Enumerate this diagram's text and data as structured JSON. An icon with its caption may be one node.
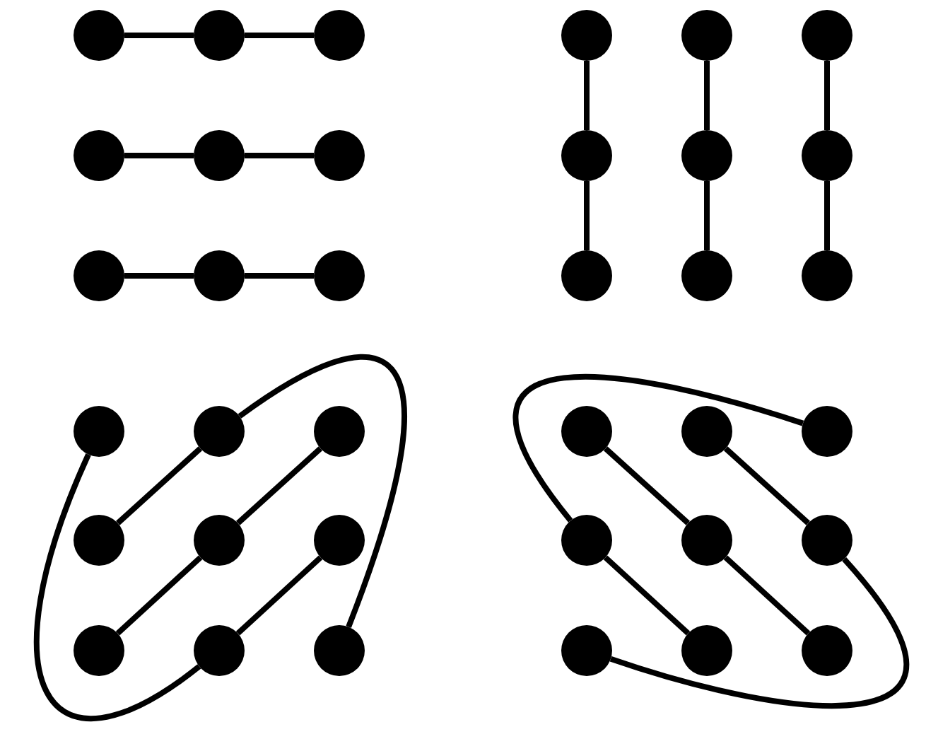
{
  "diagram": {
    "nodes": [
      {
        "text": [],
        "shape": "circle"
      },
      {
        "text": [],
        "shape": "circle"
      },
      {
        "text": [],
        "shape": "circle"
      },
      {
        "text": [],
        "shape": "circle"
      },
      {
        "text": [],
        "shape": "circle"
      },
      {
        "text": [],
        "shape": "circle"
      },
      {
        "text": [],
        "shape": "circle"
      },
      {
        "text": [],
        "shape": "circle"
      },
      {
        "text": [],
        "shape": "circle"
      },
      {
        "text": [],
        "shape": "circle"
      },
      {
        "text": [],
        "shape": "circle"
      },
      {
        "text": [],
        "shape": "circle"
      },
      {
        "text": [],
        "shape": "circle"
      },
      {
        "text": [],
        "shape": "circle"
      },
      {
        "text": [],
        "shape": "circle"
      },
      {
        "text": [],
        "shape": "circle"
      },
      {
        "text": [],
        "shape": "circle"
      },
      {
        "text": [],
        "shape": "circle"
      },
      {
        "text": [],
        "shape": "circle"
      },
      {
        "text": [],
        "shape": "circle"
      },
      {
        "text": [],
        "shape": "circle"
      },
      {
        "text": [],
        "shape": "circle"
      },
      {
        "text": [],
        "shape": "circle"
      },
      {
        "text": [],
        "shape": "circle"
      },
      {
        "text": [],
        "shape": "circle"
      },
      {
        "text": [],
        "shape": "circle"
      },
      {
        "text": [],
        "shape": "circle"
      },
      {
        "text": [],
        "shape": "circle"
      },
      {
        "text": [],
        "shape": "circle"
      },
      {
        "text": [],
        "shape": "circle"
      },
      {
        "text": [],
        "shape": "circle"
      },
      {
        "text": [],
        "shape": "circle"
      },
      {
        "text": [],
        "shape": "circle"
      },
      {
        "text": [],
        "shape": "circle"
      },
      {
        "text": [],
        "shape": "circle"
      },
      {
        "text": [],
        "shape": "circle"
      }
    ],
    "edges": [
      {
        "from": 0,
        "to": 1,
        "arrow": "none"
      },
      {
        "from": 1,
        "to": 2,
        "arrow": "none"
      },
      {
        "from": 3,
        "to": 4,
        "arrow": "none"
      },
      {
        "from": 4,
        "to": 5,
        "arrow": "none"
      },
      {
        "from": 6,
        "to": 7,
        "arrow": "none"
      },
      {
        "from": 7,
        "to": 8,
        "arrow": "none"
      },
      {
        "from": 9,
        "to": 12,
        "arrow": "none"
      },
      {
        "from": 12,
        "to": 15,
        "arrow": "none"
      },
      {
        "from": 10,
        "to": 13,
        "arrow": "none"
      },
      {
        "from": 13,
        "to": 16,
        "arrow": "none"
      },
      {
        "from": 11,
        "to": 14,
        "arrow": "none"
      },
      {
        "from": 14,
        "to": 17,
        "arrow": "none"
      },
      {
        "from": 19,
        "to": 21,
        "arrow": "none"
      },
      {
        "from": 20,
        "to": 22,
        "arrow": "none"
      },
      {
        "from": 22,
        "to": 24,
        "arrow": "none"
      },
      {
        "from": 23,
        "to": 25,
        "arrow": "none"
      },
      {
        "from": 18,
        "to": 25,
        "arrow": "none"
      },
      {
        "from": 19,
        "to": 26,
        "arrow": "none"
      },
      {
        "from": 27,
        "to": 31,
        "arrow": "none"
      },
      {
        "from": 31,
        "to": 35,
        "arrow": "none"
      },
      {
        "from": 28,
        "to": 32,
        "arrow": "none"
      },
      {
        "from": 30,
        "to": 34,
        "arrow": "none"
      },
      {
        "from": 29,
        "to": 30,
        "arrow": "none"
      },
      {
        "from": 33,
        "to": 32,
        "arrow": "none"
      }
    ]
  }
}
